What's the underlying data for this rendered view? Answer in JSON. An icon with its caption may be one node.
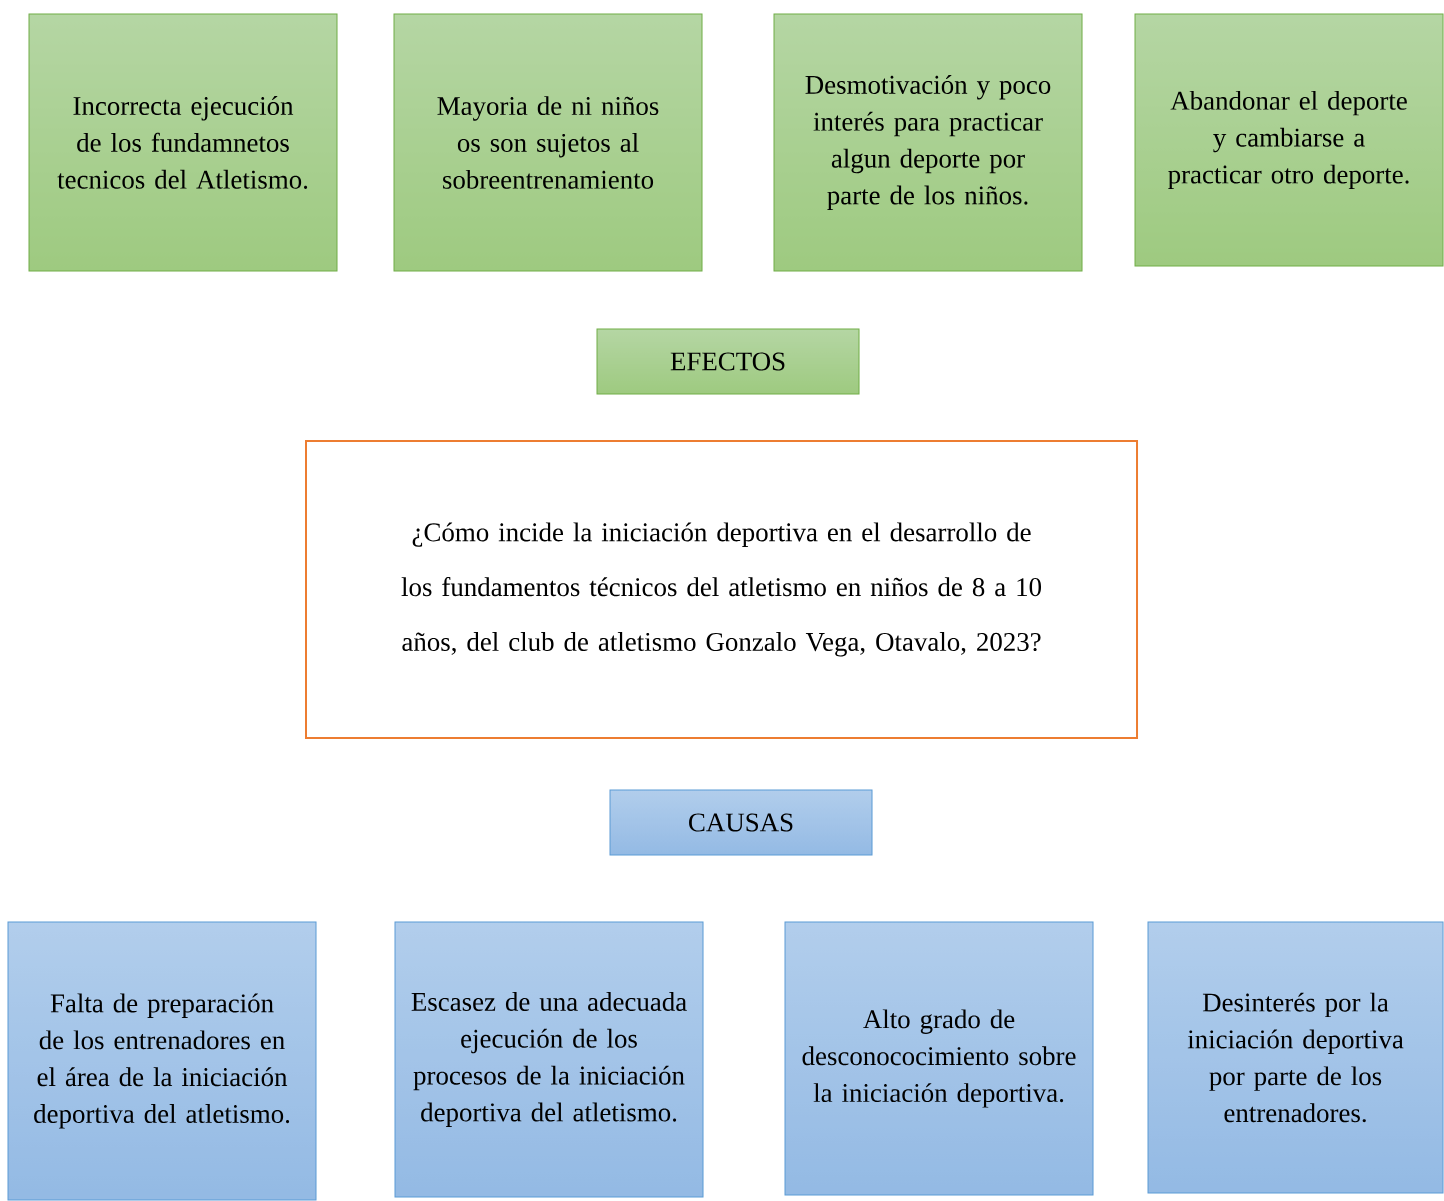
{
  "diagram": {
    "nodes": [
      {
        "text": [
          "Incorrecta ejecución de los fundamnetos tecnicos del Atletismo."
        ]
      },
      {
        "text": [
          "Mayoria de ni niños os son sujetos al sobreentrenamiento"
        ]
      },
      {
        "text": [
          "Desmotivación y poco interés para practicar algun deporte por parte de los niños."
        ]
      },
      {
        "text": [
          "Abandonar el deporte y cambiarse a practicar otro deporte."
        ]
      },
      {
        "text": [
          "EFECTOS"
        ]
      },
      {
        "text": [
          "¿Cómo incide la iniciación deportiva en el desarrollo de los fundamentos técnicos del atletismo en niños de 8 a 10 años, del club de atletismo Gonzalo Vega, Otavalo, 2023?"
        ]
      },
      {
        "text": [
          "CAUSAS"
        ]
      },
      {
        "text": [
          "Falta de preparación de los entrenadores en el área de la iniciación deportiva del atletismo."
        ]
      },
      {
        "text": [
          "Escasez de una adecuada ejecución de los procesos de la iniciación deportiva del atletismo."
        ]
      },
      {
        "text": [
          "Alto grado de desconococimiento sobre la iniciación deportiva."
        ]
      },
      {
        "text": [
          "Desinterés por la iniciación deportiva por parte de los entrenadores."
        ]
      }
    ],
    "edges": []
  }
}
